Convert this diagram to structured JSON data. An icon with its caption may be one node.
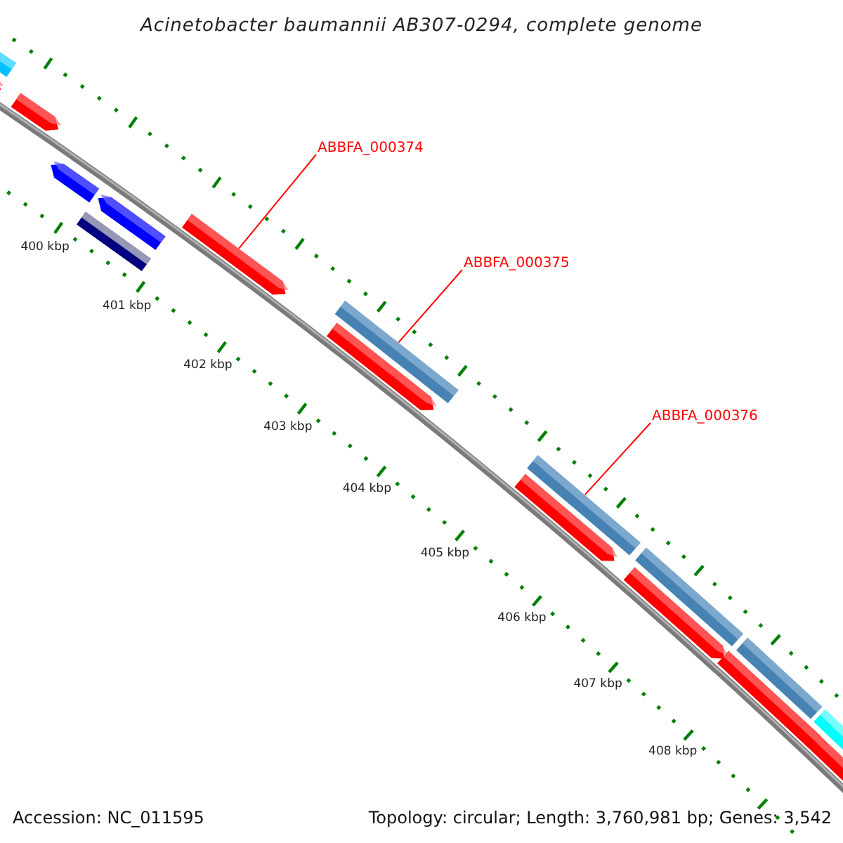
{
  "diagram": {
    "title": "Acinetobacter baumannii AB307-0294, complete genome",
    "nodes": [
      {
        "text": [
          "ABBFA_000374"
        ]
      },
      {
        "text": [
          "ABBFA_000375"
        ]
      },
      {
        "text": [
          "ABBFA_000376"
        ]
      },
      {
        "text": [],
        "shape": "bar"
      },
      {
        "text": [],
        "shape": "bar"
      },
      {
        "text": [],
        "shape": "bar"
      },
      {
        "text": [],
        "shape": "bar"
      },
      {
        "text": [],
        "shape": "bar"
      },
      {
        "text": [],
        "shape": "bar"
      },
      {
        "text": [],
        "shape": "bar"
      },
      {
        "text": [],
        "shape": "bar"
      },
      {
        "text": [],
        "shape": "bar"
      },
      {
        "text": [],
        "shape": "bar"
      },
      {
        "text": [],
        "shape": "bar"
      },
      {
        "text": [],
        "shape": "bar"
      },
      {
        "text": [],
        "shape": "bar"
      },
      {
        "text": [],
        "shape": "bar"
      },
      {
        "text": [],
        "shape": "bar"
      },
      {
        "text": [],
        "shape": "bar"
      },
      {
        "text": [],
        "shape": "bar"
      }
    ],
    "edges": [
      {
        "from": 0,
        "to": 9,
        "arrow": "none"
      },
      {
        "from": 1,
        "to": 11,
        "arrow": "none"
      },
      {
        "from": 2,
        "to": 13,
        "arrow": "none"
      }
    ],
    "labels": [
      "400 kbp",
      "401 kbp",
      "402 kbp",
      "403 kbp",
      "404 kbp",
      "405 kbp",
      "406 kbp",
      "407 kbp",
      "408 kbp",
      "Accession: NC_011595",
      "Topology: circular; Length: 3,760,981 bp; Genes: 3,542"
    ]
  }
}
